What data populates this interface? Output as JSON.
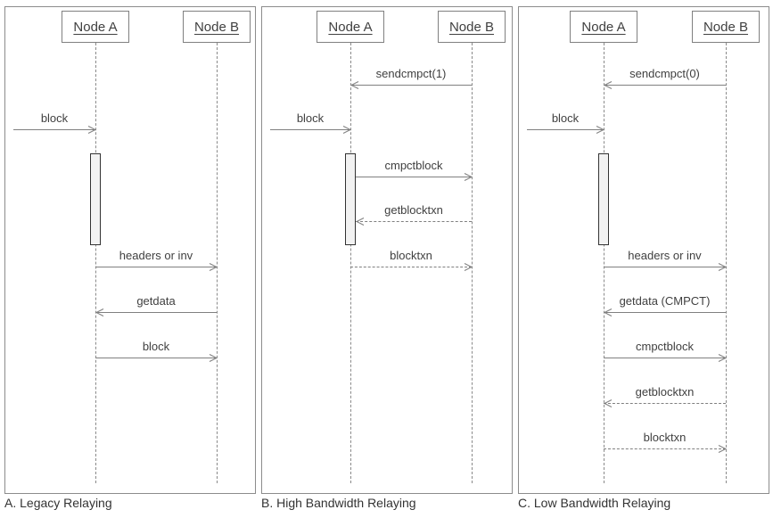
{
  "diagram": {
    "type": "sequence-diagram",
    "subject": "Compact block relaying protocols",
    "colors": {
      "line": "#808080",
      "text": "#404040",
      "panel_border": "#8c8c8c",
      "activation_fill": "#f2f2f2",
      "activation_border": "#333333",
      "caption_text": "#333333"
    },
    "panels": [
      {
        "id": "legacy",
        "caption": "A. Legacy Relaying",
        "node_a": "Node A",
        "node_b": "Node B",
        "messages": [
          {
            "label": "block",
            "from": "external",
            "to": "A",
            "style": "solid",
            "row": 1
          },
          {
            "label": "headers or inv",
            "from": "A",
            "to": "B",
            "style": "solid",
            "row": 4
          },
          {
            "label": "getdata",
            "from": "B",
            "to": "A",
            "style": "solid",
            "row": 5
          },
          {
            "label": "block",
            "from": "A",
            "to": "B",
            "style": "solid",
            "row": 6
          }
        ]
      },
      {
        "id": "high-bandwidth",
        "caption": "B. High Bandwidth Relaying",
        "node_a": "Node A",
        "node_b": "Node B",
        "messages": [
          {
            "label": "sendcmpct(1)",
            "from": "B",
            "to": "A",
            "style": "solid",
            "row": 0
          },
          {
            "label": "block",
            "from": "external",
            "to": "A",
            "style": "solid",
            "row": 1
          },
          {
            "label": "cmpctblock",
            "from": "A",
            "to": "B",
            "style": "solid",
            "row": 2
          },
          {
            "label": "getblocktxn",
            "from": "B",
            "to": "A",
            "style": "dashed",
            "row": 3
          },
          {
            "label": "blocktxn",
            "from": "A",
            "to": "B",
            "style": "dashed",
            "row": 4
          }
        ]
      },
      {
        "id": "low-bandwidth",
        "caption": "C. Low Bandwidth Relaying",
        "node_a": "Node A",
        "node_b": "Node B",
        "messages": [
          {
            "label": "sendcmpct(0)",
            "from": "B",
            "to": "A",
            "style": "solid",
            "row": 0
          },
          {
            "label": "block",
            "from": "external",
            "to": "A",
            "style": "solid",
            "row": 1
          },
          {
            "label": "headers or inv",
            "from": "A",
            "to": "B",
            "style": "solid",
            "row": 4
          },
          {
            "label": "getdata (CMPCT)",
            "from": "B",
            "to": "A",
            "style": "solid",
            "row": 5
          },
          {
            "label": "cmpctblock",
            "from": "A",
            "to": "B",
            "style": "solid",
            "row": 6
          },
          {
            "label": "getblocktxn",
            "from": "B",
            "to": "A",
            "style": "dashed",
            "row": 7
          },
          {
            "label": "blocktxn",
            "from": "A",
            "to": "B",
            "style": "dashed",
            "row": 8
          }
        ]
      }
    ]
  }
}
